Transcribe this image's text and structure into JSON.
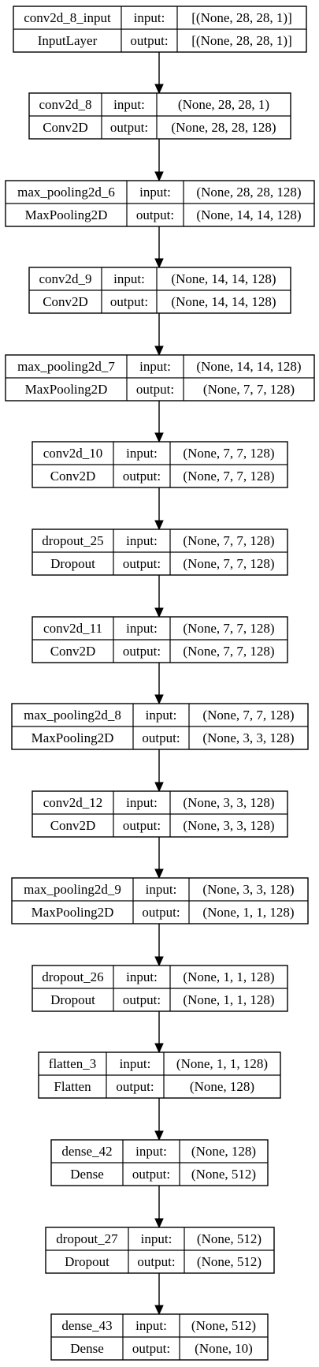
{
  "labels": {
    "input": "input:",
    "output": "output:"
  },
  "layers": [
    {
      "name": "conv2d_8_input",
      "type": "InputLayer",
      "input": "[(None, 28, 28, 1)]",
      "output": "[(None, 28, 28, 1)]"
    },
    {
      "name": "conv2d_8",
      "type": "Conv2D",
      "input": "(None, 28, 28, 1)",
      "output": "(None, 28, 28, 128)"
    },
    {
      "name": "max_pooling2d_6",
      "type": "MaxPooling2D",
      "input": "(None, 28, 28, 128)",
      "output": "(None, 14, 14, 128)"
    },
    {
      "name": "conv2d_9",
      "type": "Conv2D",
      "input": "(None, 14, 14, 128)",
      "output": "(None, 14, 14, 128)"
    },
    {
      "name": "max_pooling2d_7",
      "type": "MaxPooling2D",
      "input": "(None, 14, 14, 128)",
      "output": "(None, 7, 7, 128)"
    },
    {
      "name": "conv2d_10",
      "type": "Conv2D",
      "input": "(None, 7, 7, 128)",
      "output": "(None, 7, 7, 128)"
    },
    {
      "name": "dropout_25",
      "type": "Dropout",
      "input": "(None, 7, 7, 128)",
      "output": "(None, 7, 7, 128)"
    },
    {
      "name": "conv2d_11",
      "type": "Conv2D",
      "input": "(None, 7, 7, 128)",
      "output": "(None, 7, 7, 128)"
    },
    {
      "name": "max_pooling2d_8",
      "type": "MaxPooling2D",
      "input": "(None, 7, 7, 128)",
      "output": "(None, 3, 3, 128)"
    },
    {
      "name": "conv2d_12",
      "type": "Conv2D",
      "input": "(None, 3, 3, 128)",
      "output": "(None, 3, 3, 128)"
    },
    {
      "name": "max_pooling2d_9",
      "type": "MaxPooling2D",
      "input": "(None, 3, 3, 128)",
      "output": "(None, 1, 1, 128)"
    },
    {
      "name": "dropout_26",
      "type": "Dropout",
      "input": "(None, 1, 1, 128)",
      "output": "(None, 1, 1, 128)"
    },
    {
      "name": "flatten_3",
      "type": "Flatten",
      "input": "(None, 1, 1, 128)",
      "output": "(None, 128)"
    },
    {
      "name": "dense_42",
      "type": "Dense",
      "input": "(None, 128)",
      "output": "(None, 512)"
    },
    {
      "name": "dropout_27",
      "type": "Dropout",
      "input": "(None, 512)",
      "output": "(None, 512)"
    },
    {
      "name": "dense_43",
      "type": "Dense",
      "input": "(None, 512)",
      "output": "(None, 10)"
    }
  ]
}
